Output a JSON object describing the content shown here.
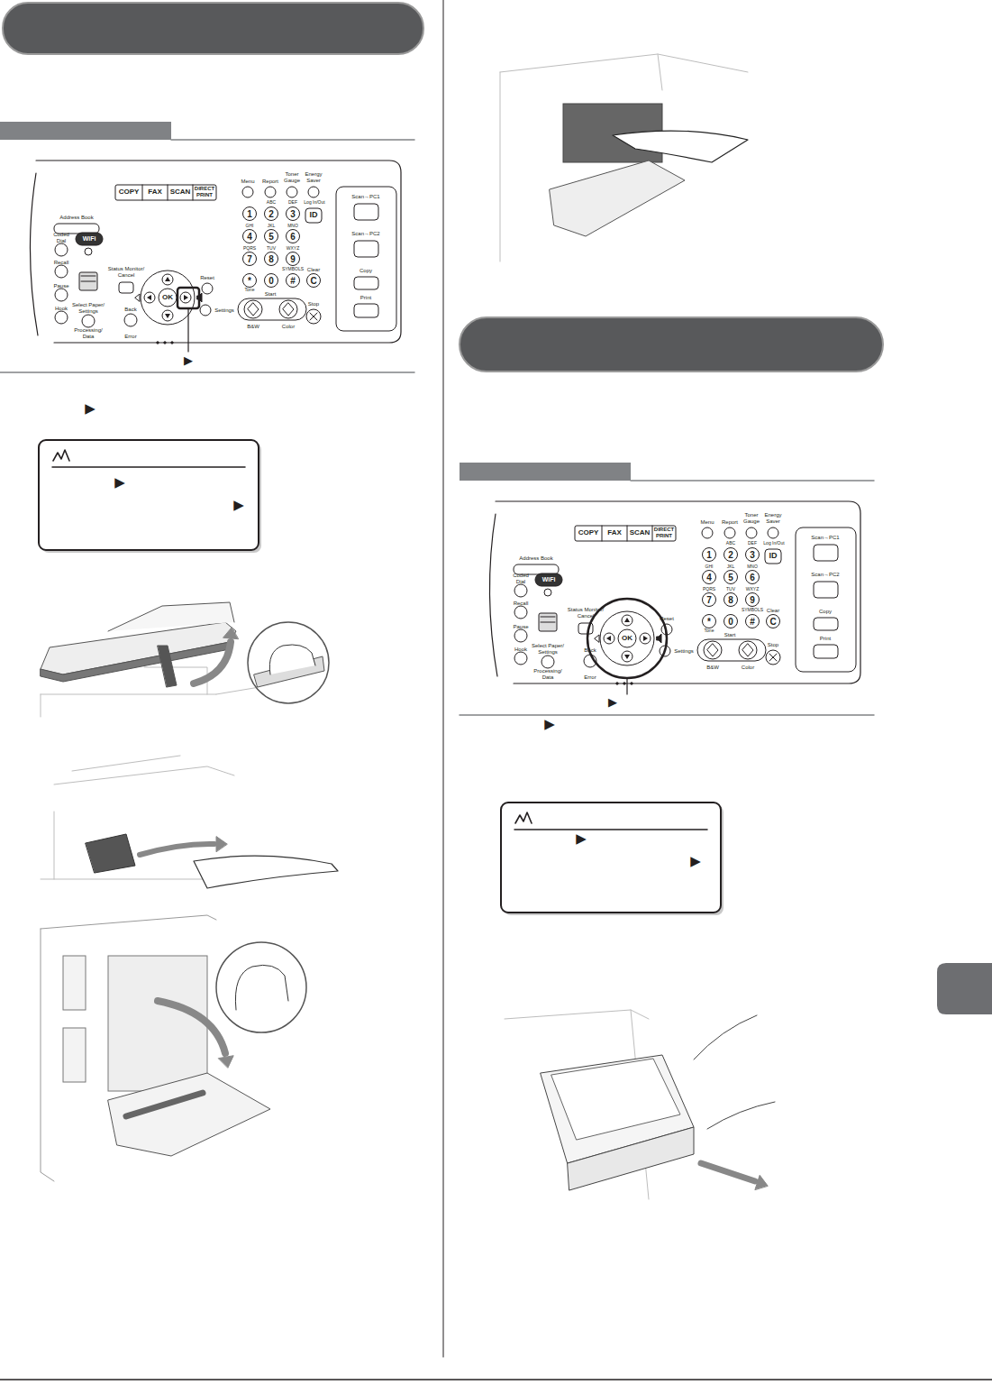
{
  "diagram": {
    "labels": [
      "COPY",
      "FAX",
      "SCAN",
      "DIRECT PRINT",
      "Menu",
      "Report",
      "Toner Gauge",
      "Energy Saver",
      "1",
      "ABC",
      "2",
      "DEF",
      "3",
      "Log In/Out",
      "ID",
      "GHI",
      "4",
      "JKL",
      "5",
      "MNO",
      "6",
      "PQRS",
      "7",
      "TUV",
      "8",
      "WXYZ",
      "9",
      "SYMBOLS",
      "Clear",
      "*",
      "0",
      "#",
      "C",
      "Tone",
      "Start",
      "B&W",
      "Color",
      "Stop",
      "Scan→PC1",
      "Scan→PC2",
      "Copy",
      "Print",
      "Address Book",
      "Coded Dial",
      "WiFi",
      "Recall",
      "Pause",
      "Hook",
      "Status Monitor/ Cancel",
      "Select Paper/ Settings",
      "Back",
      "OK",
      "Reset",
      "Settings",
      "Processing/ Data",
      "Error",
      "▶",
      "▶",
      "▶",
      "▶",
      "COPY",
      "FAX",
      "SCAN",
      "DIRECT PRINT",
      "Menu",
      "Report",
      "Toner Gauge",
      "Energy Saver",
      "1",
      "ABC",
      "2",
      "DEF",
      "3",
      "Log In/Out",
      "ID",
      "GHI",
      "4",
      "JKL",
      "5",
      "MNO",
      "6",
      "PQRS",
      "7",
      "TUV",
      "8",
      "WXYZ",
      "9",
      "SYMBOLS",
      "Clear",
      "*",
      "0",
      "#",
      "C",
      "Tone",
      "Start",
      "B&W",
      "Color",
      "Stop",
      "Scan→PC1",
      "Scan→PC2",
      "Copy",
      "Print",
      "Address Book",
      "Coded Dial",
      "WiFi",
      "Recall",
      "Pause",
      "Hook",
      "Status Monitor/ Cancel",
      "Select Paper/ Settings",
      "Back",
      "OK",
      "Reset",
      "Settings",
      "Processing/ Data",
      "Error",
      "▶",
      "▶",
      "▶",
      "▶"
    ]
  }
}
